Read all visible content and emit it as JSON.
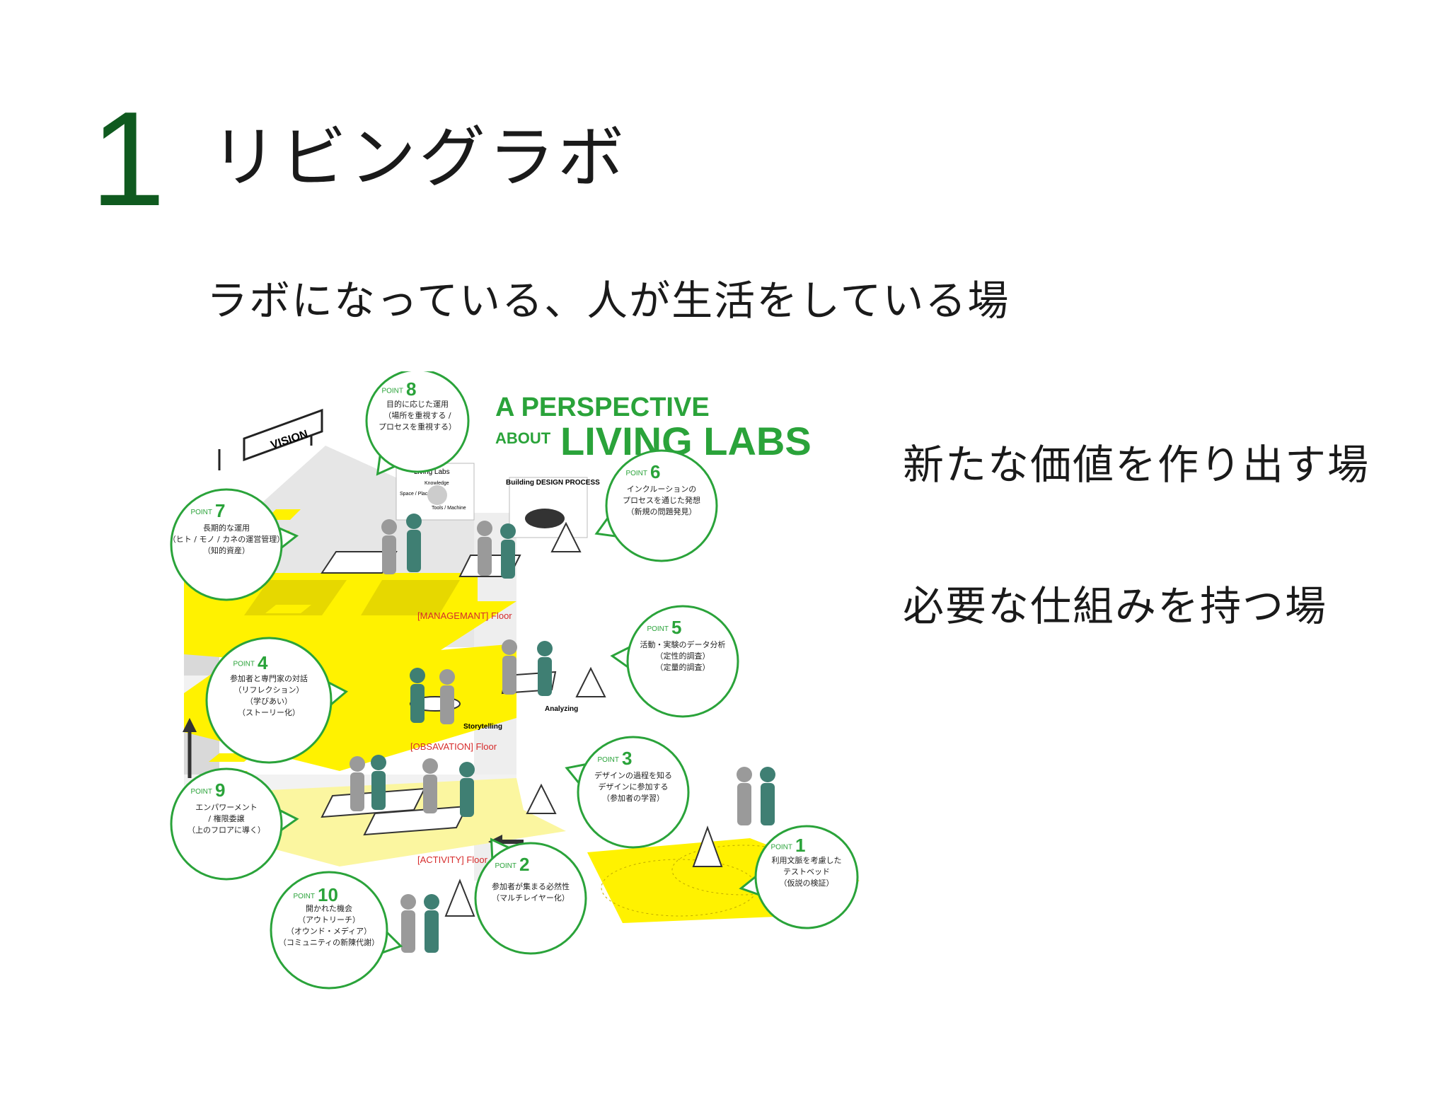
{
  "slide": {
    "number": "1",
    "title": "リビングラボ",
    "subtitle": "ラボになっている、人が生活をしている場"
  },
  "points": [
    "新たな価値を作り出す場",
    "必要な仕組みを持つ場"
  ],
  "diagram": {
    "title_line1": "A PERSPECTIVE",
    "title_about": "ABOUT",
    "title_line2": "LIVING LABS",
    "vision_sign": "VISION",
    "floors": {
      "management": "[MANAGEMANT] Floor",
      "observation": "[OBSAVATION] Floor",
      "activity": "[ACTIVITY] Floor"
    },
    "board_labels": {
      "living_labs": "Living Labs",
      "building": "Building DESIGN PROCESS",
      "knowledge": "Knowledge",
      "space_place": "Space / Place",
      "tools": "Tools / Machine"
    },
    "floor_labels": {
      "storytelling": "Storytelling",
      "analyzing": "Analyzing"
    },
    "bubbles": [
      {
        "tag": "POINT",
        "num": "1",
        "lines": [
          "利用文脈を考慮した",
          "テストベッド",
          "（仮説の検証）"
        ]
      },
      {
        "tag": "POINT",
        "num": "2",
        "lines": [
          "参加者が集まる必然性",
          "（マルチレイヤー化）"
        ]
      },
      {
        "tag": "POINT",
        "num": "3",
        "lines": [
          "デザインの過程を知る",
          "デザインに参加する",
          "（参加者の学習）"
        ]
      },
      {
        "tag": "POINT",
        "num": "4",
        "lines": [
          "参加者と専門家の対話",
          "（リフレクション）",
          "（学びあい）",
          "（ストーリー化）"
        ]
      },
      {
        "tag": "POINT",
        "num": "5",
        "lines": [
          "活動・実験のデータ分析",
          "（定性的調査）",
          "（定量的調査）"
        ]
      },
      {
        "tag": "POINT",
        "num": "6",
        "lines": [
          "インクルーションの",
          "プロセスを通じた発想",
          "（新規の問題発見）"
        ]
      },
      {
        "tag": "POINT",
        "num": "7",
        "lines": [
          "長期的な運用",
          "（ヒト / モノ / カネの運営管理）",
          "（知的資産）"
        ]
      },
      {
        "tag": "POINT",
        "num": "8",
        "lines": [
          "目的に応じた運用",
          "（場所を重視する /",
          "プロセスを重視する）"
        ]
      },
      {
        "tag": "POINT",
        "num": "9",
        "lines": [
          "エンパワーメント",
          "/ 権限委譲",
          "（上のフロアに導く）"
        ]
      },
      {
        "tag": "POINT",
        "num": "10",
        "lines": [
          "開かれた機会",
          "（アウトリーチ）",
          "（オウンド・メディア）",
          "（コミュニティの新陳代謝）"
        ]
      }
    ],
    "colors": {
      "green": "#2aa33a",
      "yellow": "#fff200",
      "pale_yellow": "#fbf6a0",
      "grey_person": "#9a9a9a",
      "teal_person": "#3f7f73",
      "floor_red": "#d62b2b"
    }
  }
}
